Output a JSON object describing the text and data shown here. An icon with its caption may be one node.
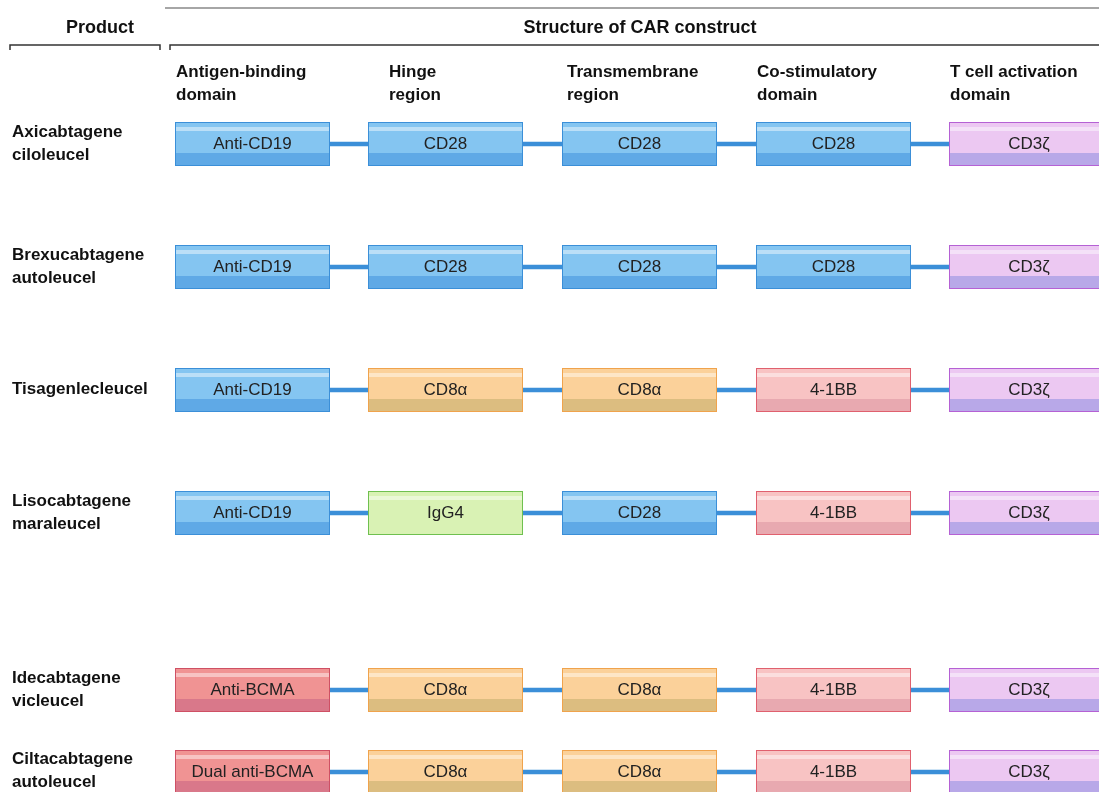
{
  "diagram": {
    "nodes": [
      {
        "text": [
          "Anti-CD19"
        ]
      },
      {
        "text": [
          "CD28"
        ]
      },
      {
        "text": [
          "CD28"
        ]
      },
      {
        "text": [
          "CD28"
        ]
      },
      {
        "text": [
          "CD3ζ"
        ]
      },
      {
        "text": [
          "Anti-CD19"
        ]
      },
      {
        "text": [
          "CD28"
        ]
      },
      {
        "text": [
          "CD28"
        ]
      },
      {
        "text": [
          "CD28"
        ]
      },
      {
        "text": [
          "CD3ζ"
        ]
      },
      {
        "text": [
          "Anti-CD19"
        ]
      },
      {
        "text": [
          "CD8α"
        ]
      },
      {
        "text": [
          "CD8α"
        ]
      },
      {
        "text": [
          "4-1BB"
        ]
      },
      {
        "text": [
          "CD3ζ"
        ]
      },
      {
        "text": [
          "Anti-CD19"
        ]
      },
      {
        "text": [
          "IgG4"
        ]
      },
      {
        "text": [
          "CD28"
        ]
      },
      {
        "text": [
          "4-1BB"
        ]
      },
      {
        "text": [
          "CD3ζ"
        ]
      },
      {
        "text": [
          "Anti-BCMA"
        ]
      },
      {
        "text": [
          "CD8α"
        ]
      },
      {
        "text": [
          "CD8α"
        ]
      },
      {
        "text": [
          "4-1BB"
        ]
      },
      {
        "text": [
          "CD3ζ"
        ]
      },
      {
        "text": [
          "Dual anti-BCMA"
        ]
      },
      {
        "text": [
          "CD8α"
        ]
      },
      {
        "text": [
          "CD8α"
        ]
      },
      {
        "text": [
          "4-1BB"
        ]
      },
      {
        "text": [
          "CD3ζ"
        ]
      }
    ],
    "edges": [
      {
        "from": 0,
        "to": 1,
        "arrow": "none"
      },
      {
        "from": 1,
        "to": 2,
        "arrow": "none"
      },
      {
        "from": 2,
        "to": 3,
        "arrow": "none"
      },
      {
        "from": 3,
        "to": 4,
        "arrow": "none"
      },
      {
        "from": 5,
        "to": 6,
        "arrow": "none"
      },
      {
        "from": 6,
        "to": 7,
        "arrow": "none"
      },
      {
        "from": 7,
        "to": 8,
        "arrow": "none"
      },
      {
        "from": 8,
        "to": 9,
        "arrow": "none"
      },
      {
        "from": 10,
        "to": 11,
        "arrow": "none"
      },
      {
        "from": 11,
        "to": 12,
        "arrow": "none"
      },
      {
        "from": 12,
        "to": 13,
        "arrow": "none"
      },
      {
        "from": 13,
        "to": 14,
        "arrow": "none"
      },
      {
        "from": 15,
        "to": 16,
        "arrow": "none"
      },
      {
        "from": 16,
        "to": 17,
        "arrow": "none"
      },
      {
        "from": 17,
        "to": 18,
        "arrow": "none"
      },
      {
        "from": 18,
        "to": 19,
        "arrow": "none"
      },
      {
        "from": 20,
        "to": 21,
        "arrow": "none"
      },
      {
        "from": 21,
        "to": 22,
        "arrow": "none"
      },
      {
        "from": 22,
        "to": 23,
        "arrow": "none"
      },
      {
        "from": 23,
        "to": 24,
        "arrow": "none"
      },
      {
        "from": 25,
        "to": 26,
        "arrow": "none"
      },
      {
        "from": 26,
        "to": 27,
        "arrow": "none"
      },
      {
        "from": 27,
        "to": 28,
        "arrow": "none"
      },
      {
        "from": 28,
        "to": 29,
        "arrow": "none"
      }
    ],
    "labels": [
      "Product",
      "Structure of CAR construct",
      "Antigen-binding domain",
      "Hinge region",
      "Transmembrane region",
      "Co-stimulatory domain",
      "T cell activation domain",
      "Axicabtagene ciloleucel",
      "Brexucabtagene autoleucel",
      "Tisagenlecleucel",
      "Lisocabtagene maraleucel",
      "Idecabtagene vicleucel",
      "Ciltacabtagene autoleucel"
    ]
  }
}
